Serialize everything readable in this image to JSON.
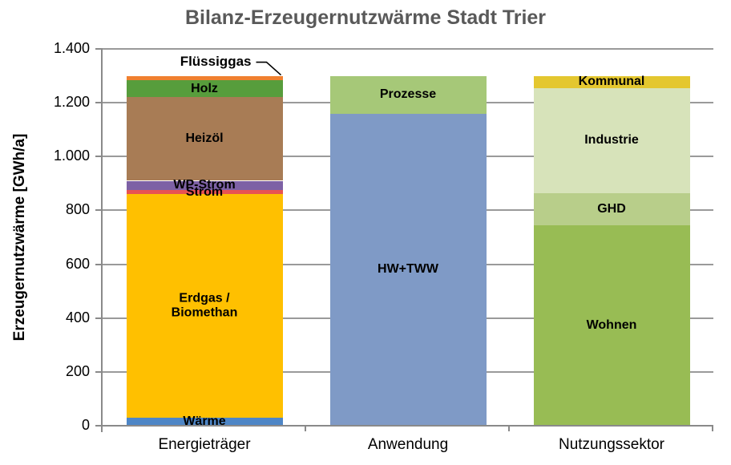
{
  "chart_data": {
    "type": "bar",
    "stacked": true,
    "title": "Bilanz-Erzeugernutzwärme Stadt Trier",
    "ylabel": "Erzeugernutzwärme [GWh/a]",
    "unit": "GWh/a",
    "ylim": [
      0,
      1400
    ],
    "ytick_step": 200,
    "ytick_labels": [
      "0",
      "200",
      "400",
      "600",
      "800",
      "1.000",
      "1.200",
      "1.400"
    ],
    "grid": true,
    "legend_position": "none",
    "categories": [
      "Energieträger",
      "Anwendung",
      "Nutzungssektor"
    ],
    "bars": [
      {
        "category": "Energieträger",
        "total": 1300,
        "segments": [
          {
            "label": "Wärme",
            "value": 30,
            "color": "#4E86C6"
          },
          {
            "label": "Erdgas / Biomethan",
            "label_lines": [
              "Erdgas /",
              "Biomethan"
            ],
            "value": 830,
            "color": "#FFC000"
          },
          {
            "label": "Strom",
            "value": 15,
            "color": "#E85352"
          },
          {
            "label": "WP-Strom",
            "value": 35,
            "color": "#7D61A5"
          },
          {
            "label": "Heizöl",
            "value": 310,
            "color": "#A87C55"
          },
          {
            "label": "Holz",
            "value": 65,
            "color": "#579D3C"
          },
          {
            "label": "Flüssiggas",
            "value": 15,
            "color": "#F0802F",
            "callout": true
          }
        ]
      },
      {
        "category": "Anwendung",
        "total": 1300,
        "segments": [
          {
            "label": "HW+TWW",
            "value": 1160,
            "color": "#7F9AC6"
          },
          {
            "label": "Prozesse",
            "value": 140,
            "color": "#A6C878"
          }
        ]
      },
      {
        "category": "Nutzungssektor",
        "total": 1300,
        "segments": [
          {
            "label": "Wohnen",
            "value": 745,
            "color": "#98BC54"
          },
          {
            "label": "GHD",
            "value": 120,
            "color": "#B8CE8A"
          },
          {
            "label": "Industrie",
            "value": 390,
            "color": "#D7E3BA"
          },
          {
            "label": "Kommunal",
            "value": 45,
            "color": "#E4C72F"
          }
        ]
      }
    ],
    "colors": {
      "title_text": "#595959",
      "gridline": "#9A9A9A",
      "axis": "#8A8A8A",
      "label_text": "#000000",
      "background": "#FFFFFF"
    }
  }
}
